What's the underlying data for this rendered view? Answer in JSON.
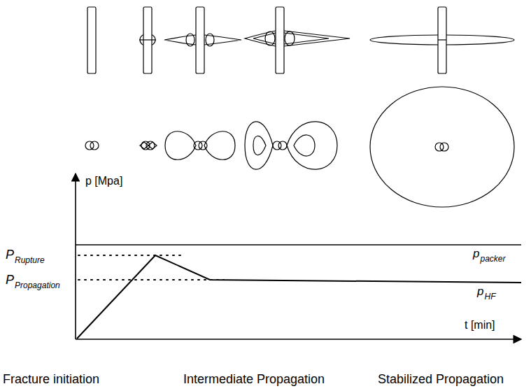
{
  "diagram": {
    "labels": [
      "p [Mpa]",
      "P",
      "Rupture",
      "P",
      "Propagation",
      "p",
      "packer",
      "p",
      "HF",
      "t [min]",
      "Fracture initiation",
      "Intermediate Propagation",
      "Stabilized Propagation"
    ]
  }
}
